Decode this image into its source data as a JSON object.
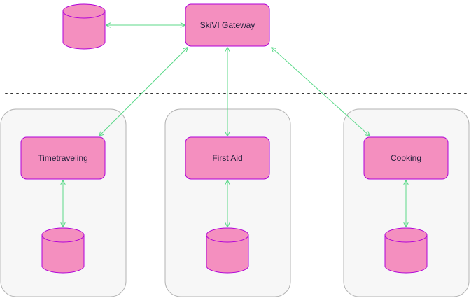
{
  "colors": {
    "node_fill": "#f48fbf",
    "node_stroke": "#b000d8",
    "connector": "#5cd98a",
    "zone_fill": "#f7f7f7",
    "zone_stroke": "#b3b3b3",
    "divider": "#333333"
  },
  "gateway": {
    "label": "SkiVI Gateway",
    "shape": "rounded-rectangle"
  },
  "gateway_store": {
    "shape": "database-cylinder"
  },
  "zones": [
    {
      "service": {
        "label": "Timetraveling",
        "shape": "rounded-rectangle"
      },
      "store": {
        "shape": "database-cylinder"
      }
    },
    {
      "service": {
        "label": "First Aid",
        "shape": "rounded-rectangle"
      },
      "store": {
        "shape": "database-cylinder"
      }
    },
    {
      "service": {
        "label": "Cooking",
        "shape": "rounded-rectangle"
      },
      "store": {
        "shape": "database-cylinder"
      }
    }
  ],
  "connections": [
    {
      "from": "gateway_store",
      "to": "gateway",
      "direction": "both"
    },
    {
      "from": "gateway",
      "to": "Timetraveling",
      "direction": "both"
    },
    {
      "from": "gateway",
      "to": "First Aid",
      "direction": "both"
    },
    {
      "from": "gateway",
      "to": "Cooking",
      "direction": "both"
    },
    {
      "from": "Timetraveling",
      "to": "Timetraveling store",
      "direction": "both"
    },
    {
      "from": "First Aid",
      "to": "First Aid store",
      "direction": "both"
    },
    {
      "from": "Cooking",
      "to": "Cooking store",
      "direction": "both"
    }
  ],
  "divider": {
    "style": "dotted"
  }
}
